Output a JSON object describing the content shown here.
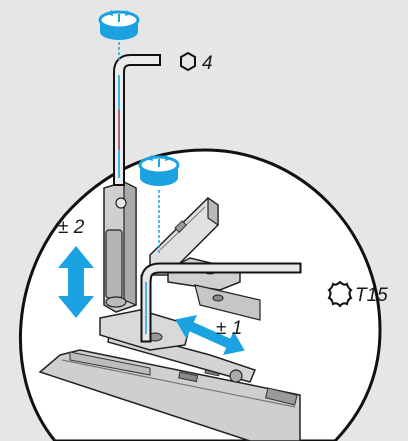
{
  "labels": {
    "hex_key_size": "4",
    "height_adjust": "± 2",
    "lateral_adjust": "± 1",
    "torx_size": "T15"
  },
  "icons": {
    "hex": "hexagon-icon",
    "torx": "torx-star-icon",
    "rotate": "rotate-direction-icon"
  },
  "colors": {
    "background": "#e6e6e6",
    "accent_blue": "#1aa3e0",
    "metal_light": "#d8d8d8",
    "metal_mid": "#b0b0b0",
    "metal_dark": "#7a7a7a",
    "outline": "#111111"
  }
}
